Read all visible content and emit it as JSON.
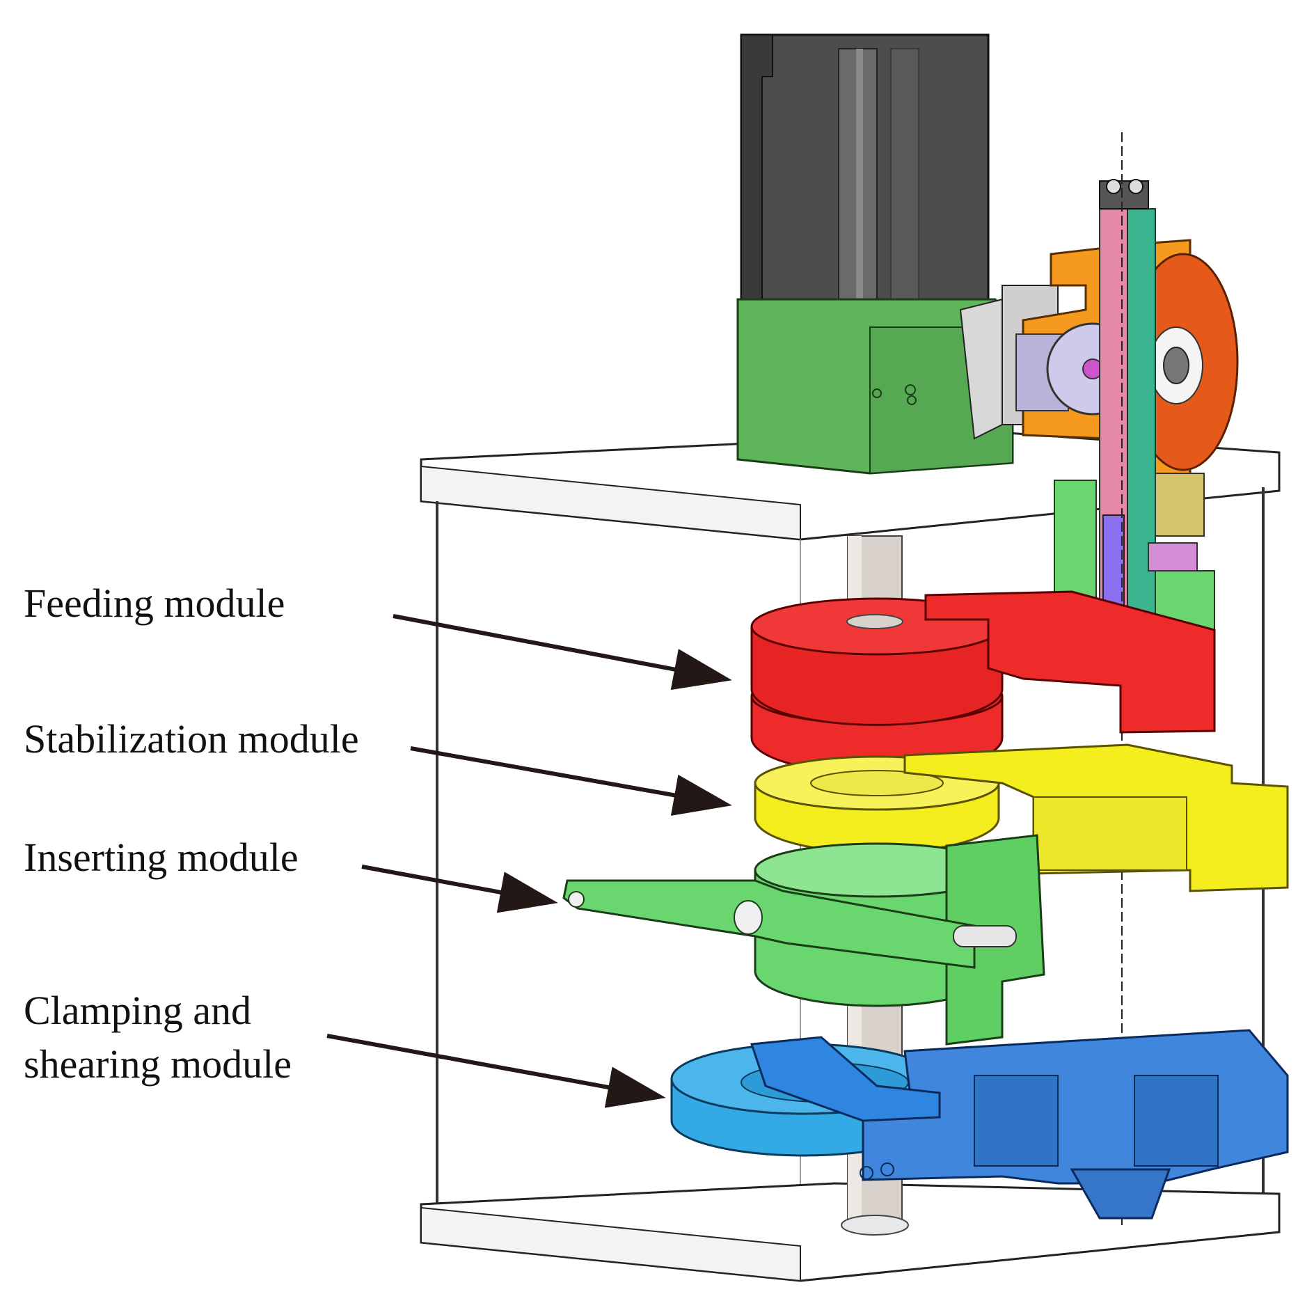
{
  "labels": {
    "feeding": "Feeding module",
    "stabilization": "Stabilization module",
    "inserting": "Inserting module",
    "clamping_line1": "Clamping and",
    "clamping_line2": "shearing module"
  },
  "colors": {
    "motor": "#545454",
    "gearbox": "#5fb55a",
    "feeding": "#ee2b2b",
    "stabilization": "#f4ee1f",
    "inserting": "#6ad66f",
    "clamping": "#3f86dc",
    "clamping_light": "#33a9e6",
    "frame": "#ffffff",
    "shaft": "#d4cdc8",
    "orange_bracket": "#f59a1e",
    "roller": "#e55a1b",
    "pink_rail": "#e48aa7",
    "teal_rail": "#3bb58f",
    "purple_block": "#8b6ff0",
    "arrow": "#231815"
  }
}
